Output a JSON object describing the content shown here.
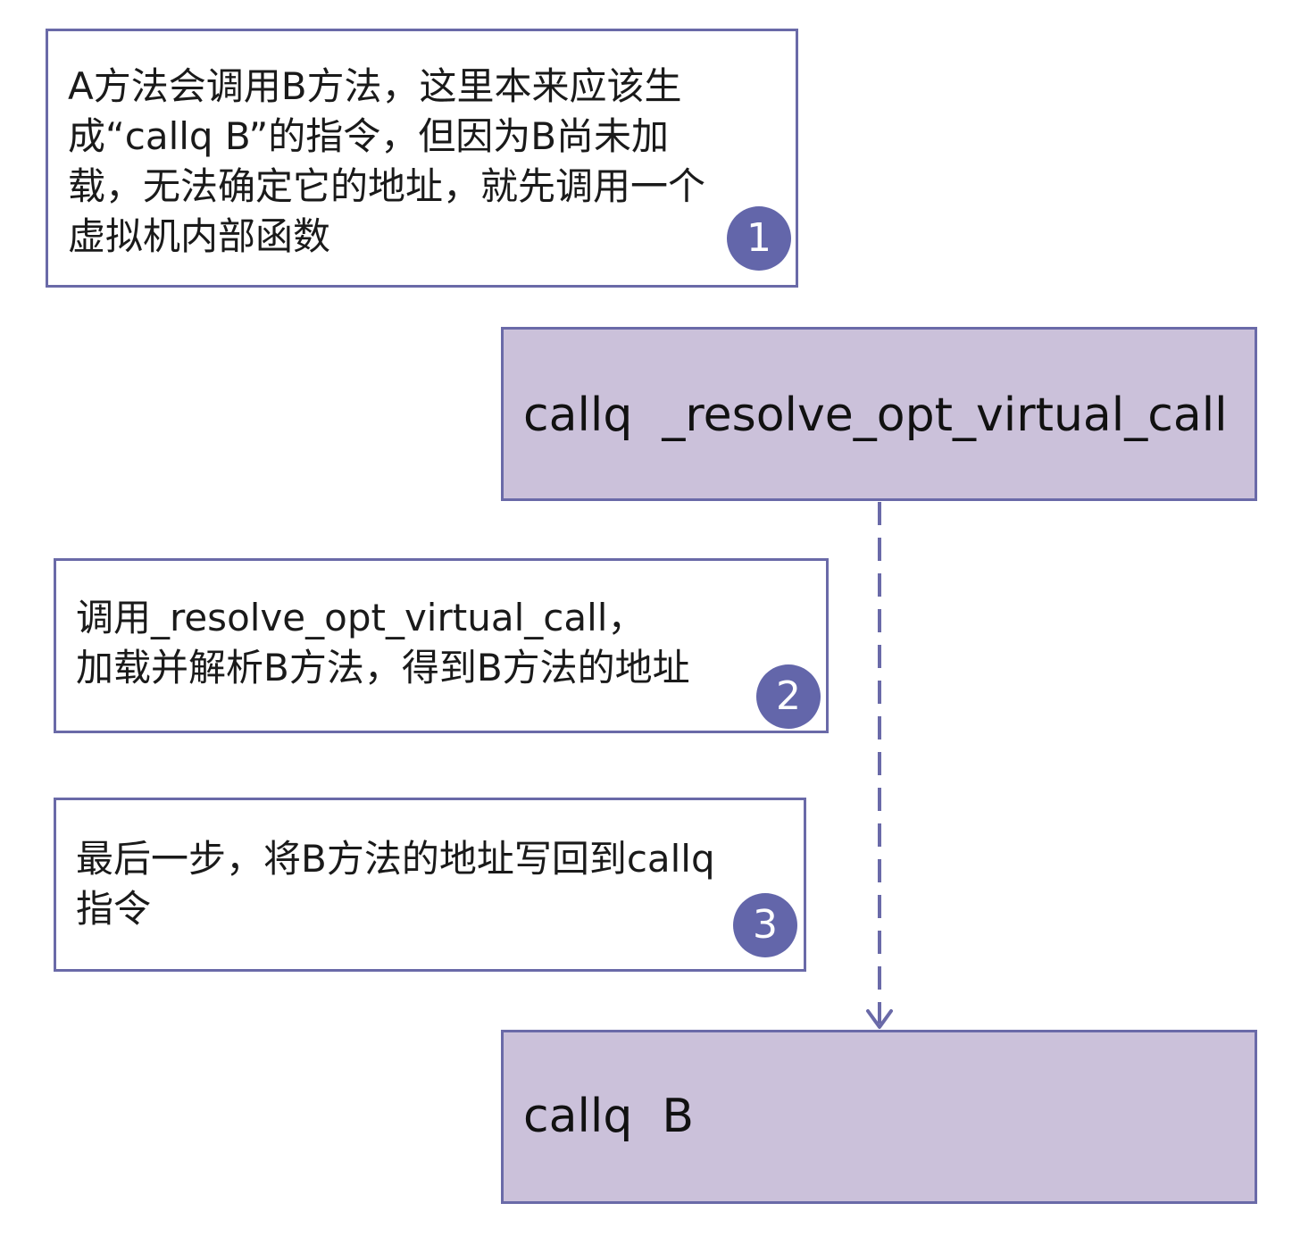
{
  "colors": {
    "accent": "#6366aa",
    "border": "#6a6aa8",
    "code_fill": "#cbc1da",
    "background": "#ffffff"
  },
  "notes": [
    {
      "lines": [
        "A方法会调用B方法，这里本来应该生",
        "成“callq B”的指令，但因为B尚未加",
        "载，无法确定它的地址，就先调用一个",
        "虚拟机内部函数"
      ],
      "badge": "1"
    },
    {
      "lines": [
        "调用_resolve_opt_virtual_call，",
        "加载并解析B方法，得到B方法的地址"
      ],
      "badge": "2"
    },
    {
      "lines": [
        "最后一步，将B方法的地址写回到callq",
        "指令"
      ],
      "badge": "3"
    }
  ],
  "code_boxes": [
    {
      "text": "callq  _resolve_opt_virtual_call"
    },
    {
      "text": "callq  B"
    }
  ]
}
